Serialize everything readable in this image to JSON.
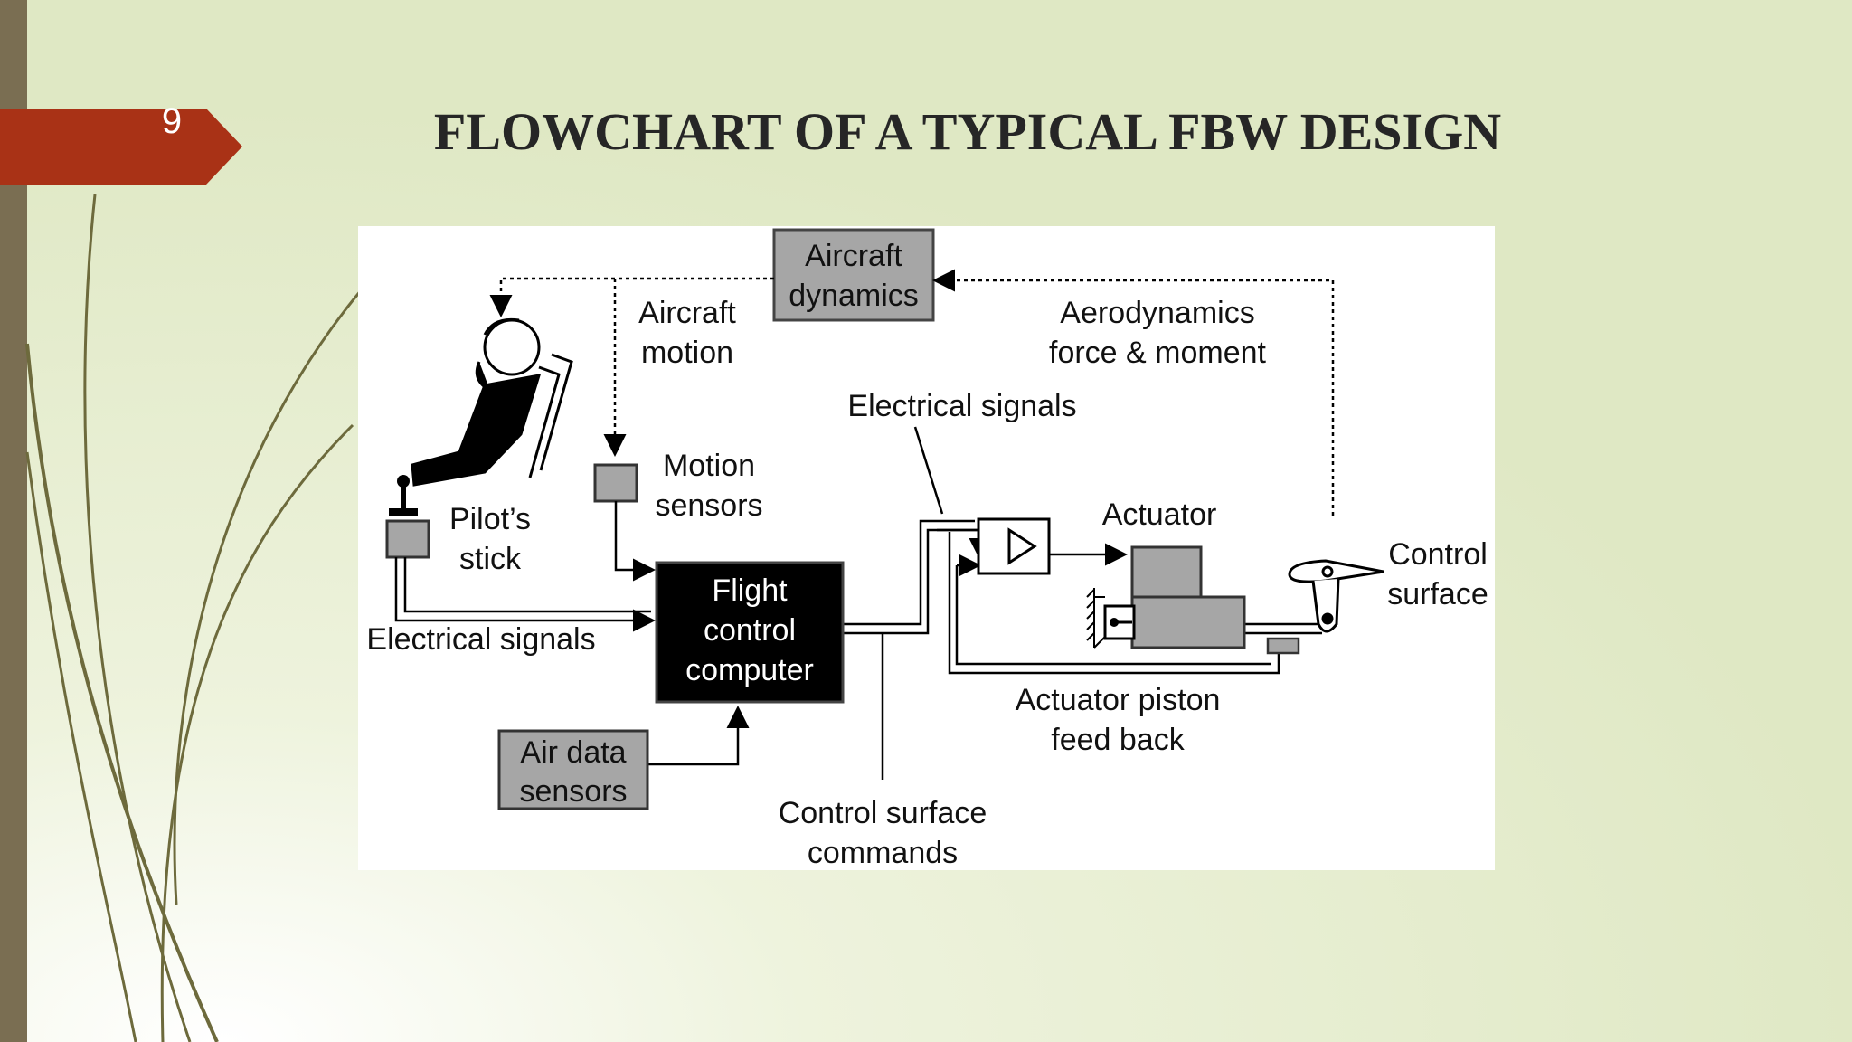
{
  "slide": {
    "number": "9",
    "title": "FLOWCHART OF A TYPICAL FBW DESIGN"
  },
  "theme": {
    "background": "#dfe8c4",
    "left_bar": "#7a6e52",
    "number_tab": "#a93216",
    "gray_box": "#a6a6a6",
    "computer_box": "#000000"
  },
  "diagram": {
    "aircraft_dynamics": [
      "Aircraft",
      "dynamics"
    ],
    "aircraft_motion": [
      "Aircraft",
      "motion"
    ],
    "aero_force": [
      "Aerodynamics",
      "force & moment"
    ],
    "electrical_signals_top": "Electrical signals",
    "motion_sensors": [
      "Motion",
      "sensors"
    ],
    "pilots_stick": [
      "Pilot’s",
      "stick"
    ],
    "actuator": "Actuator",
    "control_surface": [
      "Control",
      "surface"
    ],
    "electrical_signals_left": "Electrical signals",
    "flight_control_computer": [
      "Flight",
      "control",
      "computer"
    ],
    "actuator_feedback": [
      "Actuator piston",
      "feed back"
    ],
    "air_data_sensors": [
      "Air data",
      "sensors"
    ],
    "control_surface_commands": [
      "Control surface",
      "commands"
    ]
  }
}
